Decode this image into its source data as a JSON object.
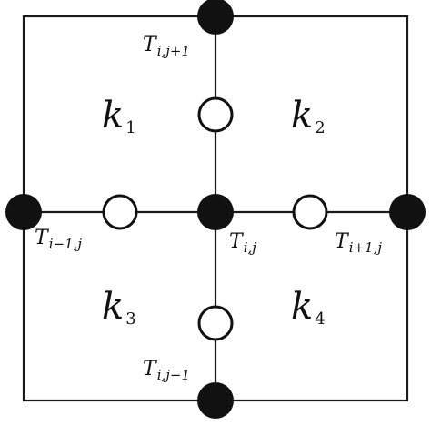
{
  "diagram": {
    "cell_labels": {
      "k1": {
        "letter": "k",
        "sub": "1"
      },
      "k2": {
        "letter": "k",
        "sub": "2"
      },
      "k3": {
        "letter": "k",
        "sub": "3"
      },
      "k4": {
        "letter": "k",
        "sub": "4"
      }
    },
    "node_labels": {
      "top": {
        "letter": "T",
        "sub": "i,j+1"
      },
      "left": {
        "letter": "T",
        "sub": "i−1,j"
      },
      "center": {
        "letter": "T",
        "sub": "i,j"
      },
      "right": {
        "letter": "T",
        "sub": "i+1,j"
      },
      "bottom": {
        "letter": "T",
        "sub": "i,j−1"
      }
    },
    "colors": {
      "line": "#1a1a1a",
      "filled_node": "#111111",
      "open_node_fill": "#ffffff",
      "text": "#111111"
    }
  }
}
